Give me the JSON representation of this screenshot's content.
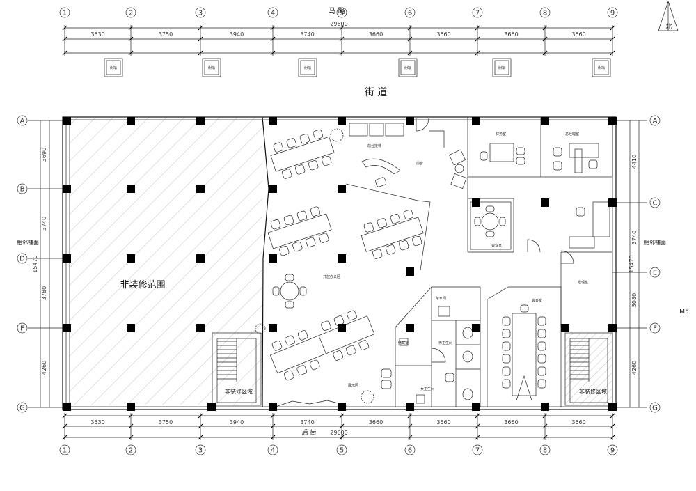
{
  "top_road_label": "马 路",
  "street_label": "街 道",
  "back_street_label": "后 街",
  "north_label": "北",
  "sheet_code": "M5",
  "non_renovation_scope": "非装修范围",
  "non_renovation_zone": "非装修区域",
  "neighbor_shop": "相邻铺面",
  "total_width": "29600",
  "tree_label": "树坛",
  "grid_numbers": [
    "1",
    "2",
    "3",
    "4",
    "5",
    "6",
    "7",
    "8",
    "9"
  ],
  "grid_letters_left": [
    "A",
    "B",
    "D",
    "F",
    "G"
  ],
  "grid_letters_right": [
    "A",
    "C",
    "E",
    "F",
    "G"
  ],
  "horizontal_spans": [
    "3530",
    "3750",
    "3940",
    "3740",
    "3660",
    "3660",
    "3660",
    "3660"
  ],
  "left_vertical_spans": [
    "3690",
    "3740",
    "3780",
    "4260"
  ],
  "left_vertical_total": "15470",
  "right_vertical_spans": [
    "4410",
    "3740",
    "5080",
    "4260"
  ],
  "right_vertical_total": "15470",
  "room_labels": [
    "财务室",
    "总经理室",
    "会议室",
    "前台",
    "前台接待",
    "开放办公区",
    "会客室",
    "经理室",
    "茶水间",
    "男卫生间",
    "女卫生间",
    "储藏室",
    "展示区"
  ]
}
